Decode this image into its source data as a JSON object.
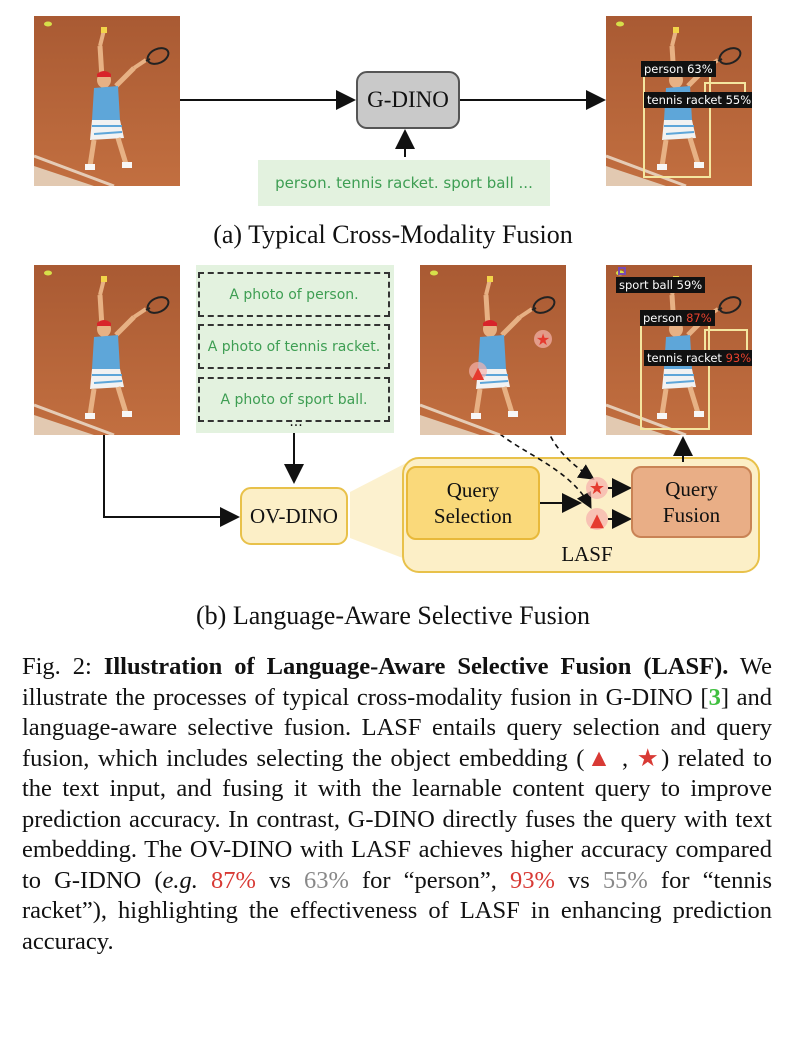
{
  "panel_a": {
    "model_label": "G-DINO",
    "text_prompt": "person. tennis racket. sport ball ...",
    "detections": [
      {
        "label": "person",
        "score": "63%"
      },
      {
        "label": "tennis racket",
        "score": "55%"
      }
    ],
    "subcaption": "(a) Typical Cross-Modality Fusion"
  },
  "panel_b": {
    "prompts": [
      "A photo of person.",
      "A photo of tennis racket.",
      "A photo of sport ball."
    ],
    "ellipsis": "...",
    "model_label": "OV-DINO",
    "query_selection_line1": "Query",
    "query_selection_line2": "Selection",
    "query_fusion_line1": "Query",
    "query_fusion_line2": "Fusion",
    "lasf_label": "LASF",
    "detections": [
      {
        "label": "sport ball",
        "score": "59%"
      },
      {
        "label": "person",
        "score": "87%"
      },
      {
        "label": "tennis racket",
        "score": "93%"
      }
    ],
    "subcaption": "(b) Language-Aware Selective Fusion"
  },
  "caption": {
    "prefix": "Fig. 2: ",
    "title": "Illustration of Language-Aware Selective Fusion (LASF).",
    "s1": " We illustrate the processes of typical cross-modality fusion in G-DINO [",
    "ref": "3",
    "s2": "] and language-aware selective fusion. LASF entails query selection and query fusion, which includes selecting the object embedding (",
    "sym_triangle": "▲",
    "sym_sep": " , ",
    "sym_star": "★",
    "s3": ") related to the text input, and fusing it with the learnable content query to improve prediction accuracy. In contrast, G-DINO directly fuses the query with text embedding. The OV-DINO with LASF achieves higher accuracy compared to G-IDNO (",
    "eg": "e.g.",
    "v1": "87%",
    "vs1": " vs ",
    "v2": "63%",
    "mid1": " for “person”, ",
    "v3": "93%",
    "vs2": " vs ",
    "v4": "55%",
    "s4": " for “tennis racket”), highlighting the effectiveness of LASF in enhancing prediction accuracy."
  },
  "colors": {
    "court": "#b8663a",
    "gdino_box": "#c9c9c9",
    "prompt_bg": "#e3f2df",
    "prompt_text": "#3e9e53",
    "ovdino_bg": "#fcefc7",
    "lasf_bg": "#fcefc7",
    "lasf_border": "#e8c14a",
    "query_selection_bg": "#fad97a",
    "query_fusion_bg": "#e9ae86",
    "query_fusion_border": "#c98355",
    "symbol_red": "#e53a2f",
    "det_box": "#f4e6a0",
    "highlight_red": "#d83a35",
    "highlight_gray": "#888888"
  }
}
